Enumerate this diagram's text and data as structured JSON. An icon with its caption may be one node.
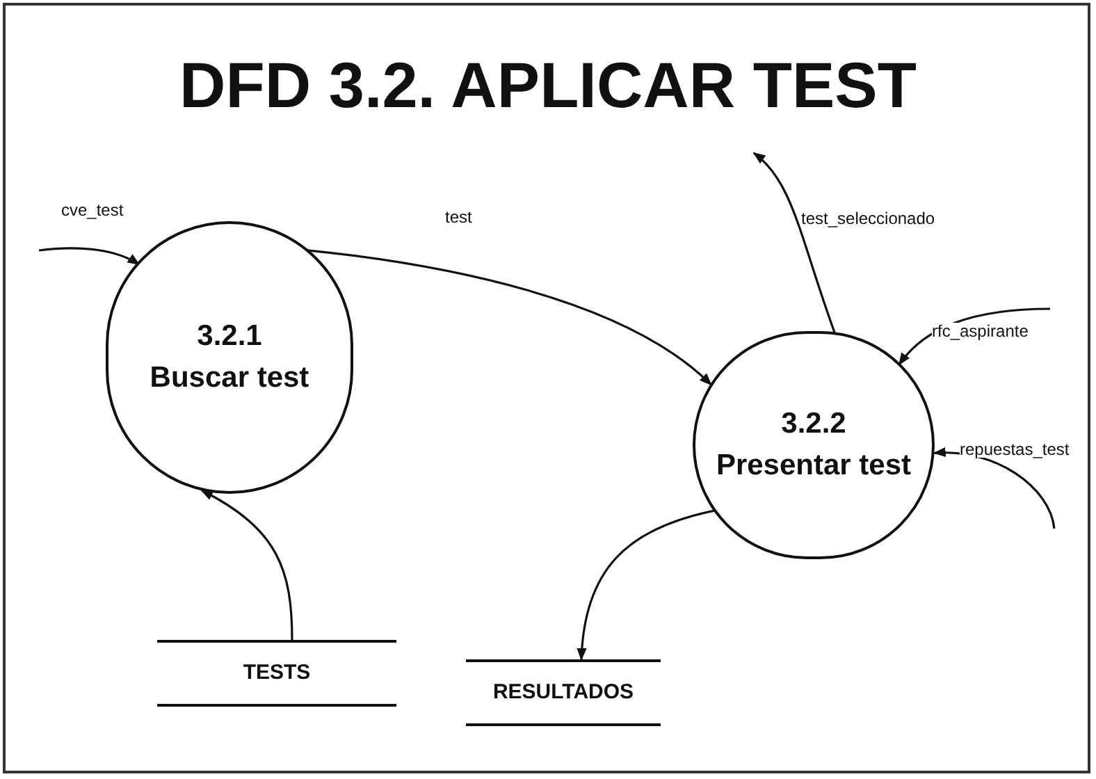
{
  "diagram": {
    "title": "DFD 3.2. APLICAR TEST",
    "nodes": [
      {
        "text": [
          "3.2.1",
          "Buscar test"
        ]
      },
      {
        "text": [
          "3.2.2",
          "Presentar test"
        ]
      },
      {
        "text": [
          "TESTS"
        ]
      },
      {
        "text": [
          "RESULTADOS"
        ]
      }
    ],
    "edges": [
      {
        "from": null,
        "to": 0,
        "arrow": "to",
        "label": "cve_test"
      },
      {
        "from": 0,
        "to": 1,
        "arrow": "to",
        "label": "test"
      },
      {
        "from": 1,
        "to": null,
        "arrow": "to",
        "label": "test_seleccionado"
      },
      {
        "from": null,
        "to": 1,
        "arrow": "to",
        "label": "rfc_aspirante"
      },
      {
        "from": null,
        "to": 1,
        "arrow": "to",
        "label": "repuestas_test"
      },
      {
        "from": 2,
        "to": 0,
        "arrow": "to"
      },
      {
        "from": 1,
        "to": 3,
        "arrow": "to"
      }
    ]
  }
}
